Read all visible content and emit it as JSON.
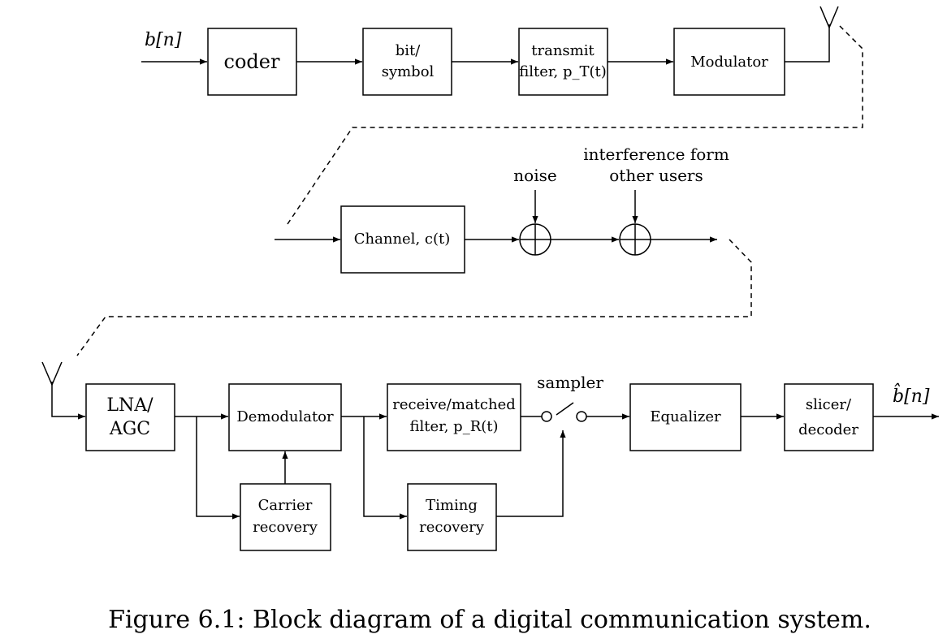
{
  "row1": {
    "input_label": "b[n]",
    "coder": "coder",
    "bit_symbol": [
      "bit/",
      "symbol"
    ],
    "transmit_filter": [
      "transmit",
      "filter, p_T(t)"
    ],
    "modulator": "Modulator"
  },
  "row2": {
    "channel": "Channel, c(t)",
    "noise": "noise",
    "interference": [
      "interference form",
      "other users"
    ]
  },
  "row3": {
    "lna_agc": [
      "LNA/",
      "AGC"
    ],
    "demodulator": "Demodulator",
    "carrier_recovery": [
      "Carrier",
      "recovery"
    ],
    "matched_filter": [
      "receive/matched",
      "filter, p_R(t)"
    ],
    "timing_recovery": [
      "Timing",
      "recovery"
    ],
    "sampler": "sampler",
    "equalizer": "Equalizer",
    "slicer_decoder": [
      "slicer/",
      "decoder"
    ],
    "output_label": "b̂[n]"
  },
  "caption": "Figure 6.1: Block diagram of a digital communication system."
}
